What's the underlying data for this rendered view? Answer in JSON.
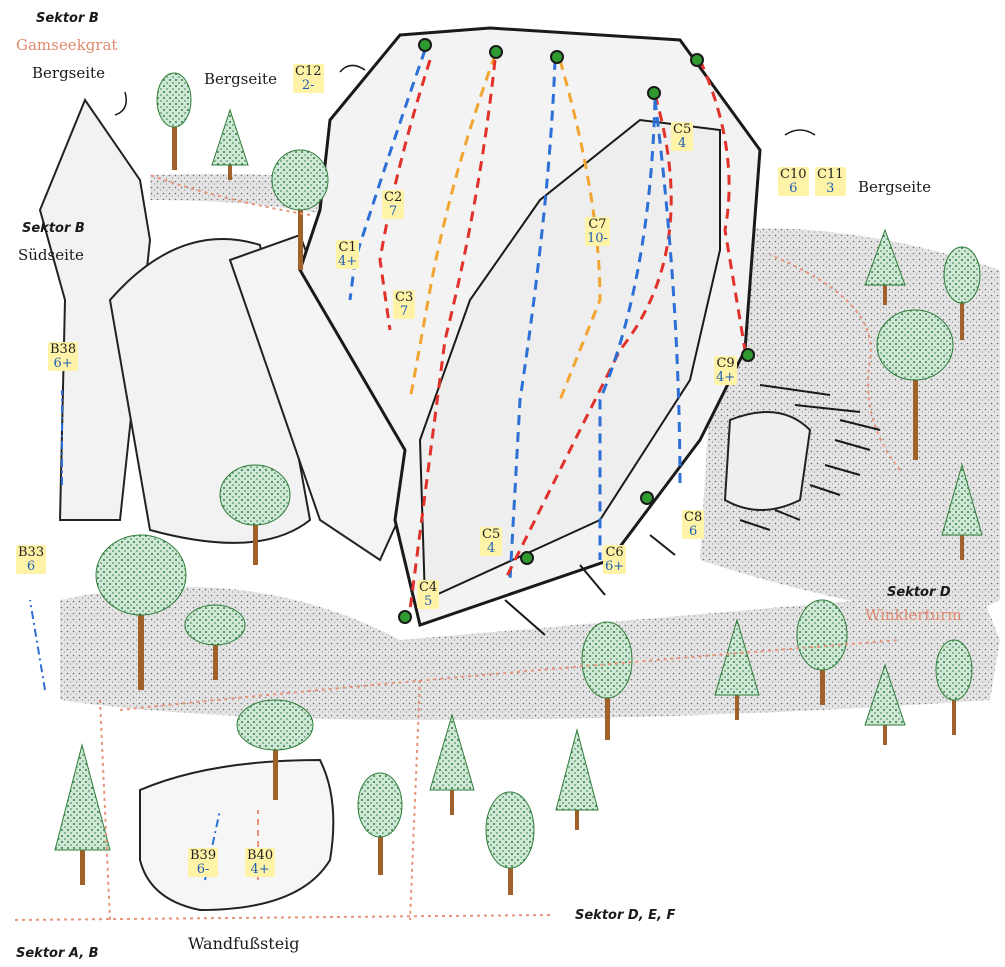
{
  "sectors": {
    "b_top": {
      "name": "Sektor B",
      "sub": "Gamseekgrat",
      "side": "Bergseite"
    },
    "b_south": {
      "name": "Sektor B",
      "side": "Südseite"
    },
    "d": {
      "name": "Sektor D",
      "sub": "Winklerturm"
    },
    "def": {
      "name": "Sektor D, E, F"
    },
    "ab": {
      "name": "Sektor A, B"
    }
  },
  "side_labels": {
    "bergseite_left": "Bergseite",
    "bergseite_right": "Bergseite"
  },
  "path_name": "Wandfußsteig",
  "routes": [
    {
      "id": "C12",
      "grade": "2-"
    },
    {
      "id": "C1",
      "grade": "4+"
    },
    {
      "id": "C2",
      "grade": "7"
    },
    {
      "id": "C3",
      "grade": "7"
    },
    {
      "id": "C4",
      "grade": "5"
    },
    {
      "id": "C5",
      "grade": "4"
    },
    {
      "id": "C5",
      "grade": "4"
    },
    {
      "id": "C6",
      "grade": "6+"
    },
    {
      "id": "C7",
      "grade": "10-"
    },
    {
      "id": "C8",
      "grade": "6"
    },
    {
      "id": "C9",
      "grade": "4+"
    },
    {
      "id": "C10",
      "grade": "6"
    },
    {
      "id": "C11",
      "grade": "3"
    },
    {
      "id": "B38",
      "grade": "6+"
    },
    {
      "id": "B33",
      "grade": "6"
    },
    {
      "id": "B39",
      "grade": "6-"
    },
    {
      "id": "B40",
      "grade": "4+"
    }
  ],
  "colors": {
    "route_blue": "#2c6fd6",
    "route_red": "#e0312b",
    "route_orange": "#f2a531",
    "path_salmon": "#e8937a",
    "tree_green": "#2f7d3a",
    "trunk_brown": "#a0612a",
    "scree": "#d7d7d7",
    "rock": "#eeeeee"
  }
}
